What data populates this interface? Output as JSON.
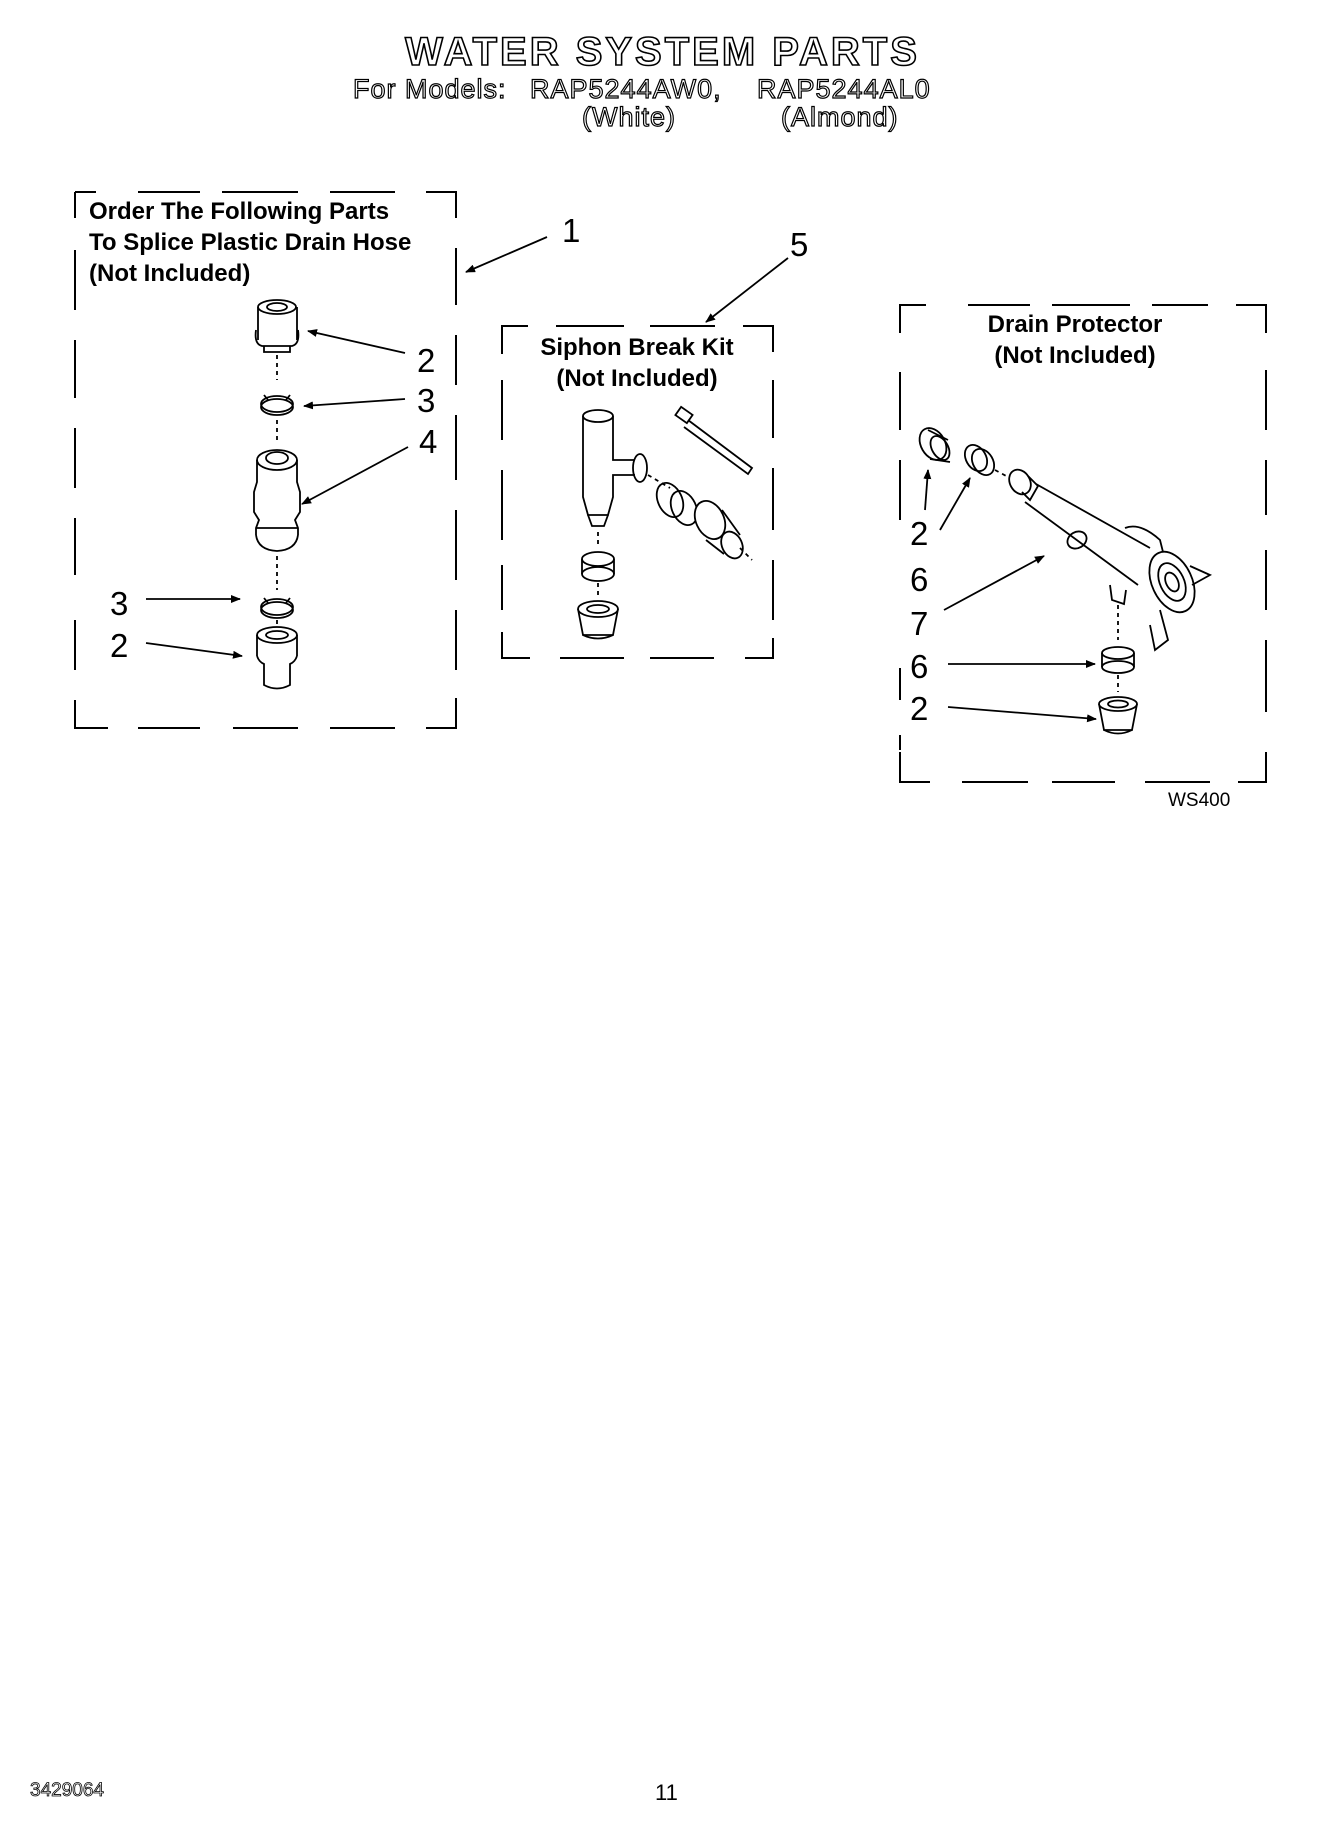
{
  "header": {
    "title": "WATER SYSTEM PARTS",
    "for_models_label": "For Models:",
    "model_1": "RAP5244AW0,",
    "model_2": "RAP5244AL0",
    "color_1": "(White)",
    "color_2": "(Almond)"
  },
  "box_splice": {
    "line1": "Order The Following Parts",
    "line2": "To Splice Plastic Drain Hose",
    "line3": "(Not Included)"
  },
  "box_siphon": {
    "line1": "Siphon Break Kit",
    "line2": "(Not Included)"
  },
  "box_drain": {
    "line1": "Drain Protector",
    "line2": "(Not Included)"
  },
  "callouts": {
    "c1": "1",
    "c5": "5",
    "left_2a": "2",
    "left_3a": "3",
    "left_4": "4",
    "left_3b": "3",
    "left_2b": "2",
    "right_2a": "2",
    "right_6a": "6",
    "right_7": "7",
    "right_6b": "6",
    "right_2b": "2"
  },
  "diagram_code": "WS400",
  "footer": {
    "doc_number": "3429064",
    "page_number": "11"
  }
}
